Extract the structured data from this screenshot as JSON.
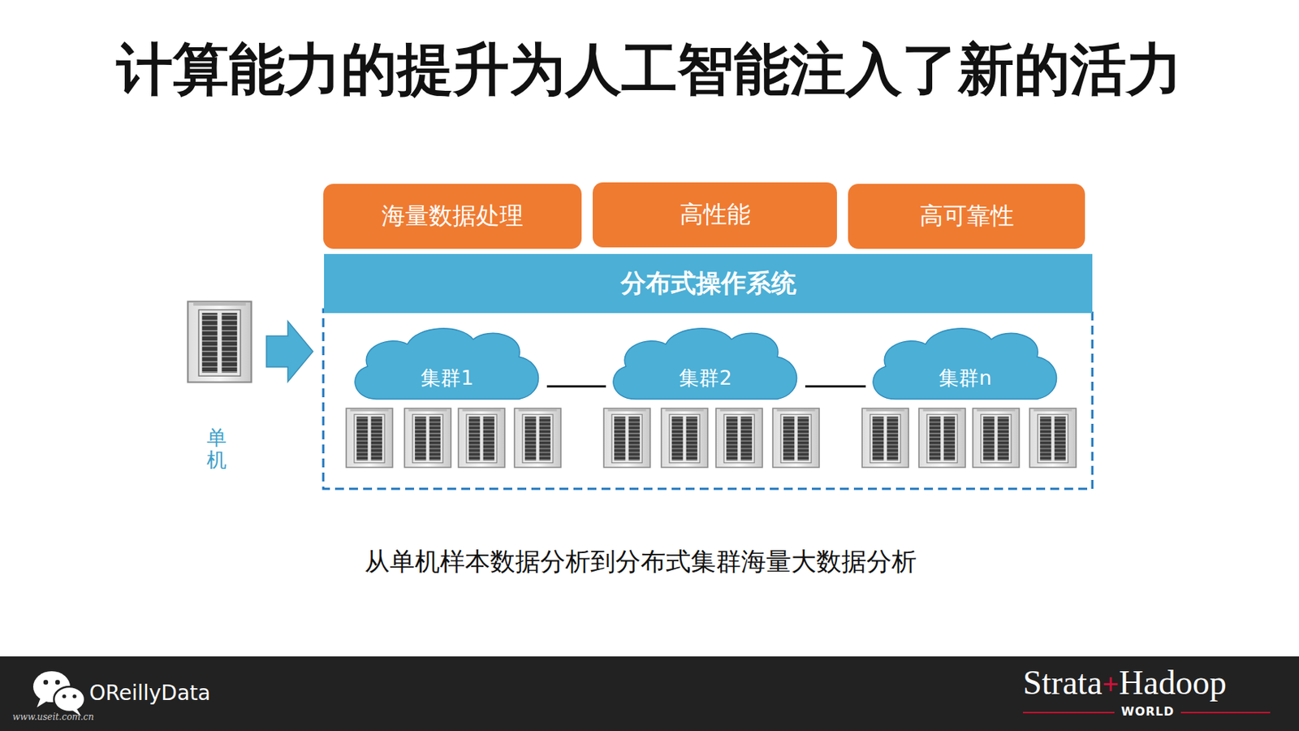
{
  "diagram": {
    "title": "计算能力的提升为人工智能注入了新的活力",
    "caption": "从单机样本数据分析到分布式集群海量大数据分析",
    "nodes": [
      {
        "text": [
          "海量数据处理"
        ]
      },
      {
        "text": [
          "高性能"
        ]
      },
      {
        "text": [
          "高可靠性"
        ]
      },
      {
        "text": [
          "分布式操作系统"
        ]
      },
      {
        "text": [
          "集群1"
        ]
      },
      {
        "text": [
          "集群2"
        ]
      },
      {
        "text": [
          "集群n"
        ]
      }
    ],
    "edges": [
      {
        "from": 4,
        "to": 5,
        "arrow": "none"
      },
      {
        "from": 5,
        "to": 6,
        "arrow": "none"
      }
    ],
    "labels": [
      "单机",
      "OReillyData",
      "Strata",
      "+",
      "Hadoop",
      "WORLD",
      "www.useit.com.cn"
    ]
  }
}
